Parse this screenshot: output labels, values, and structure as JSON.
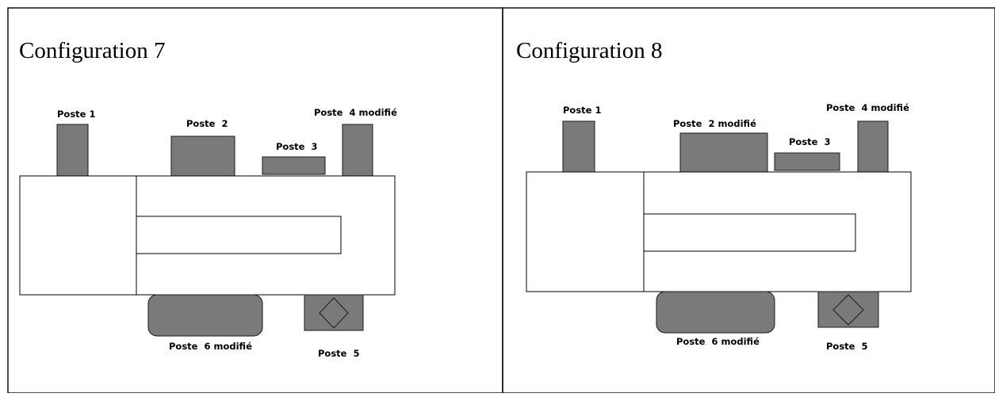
{
  "colors": {
    "station_fill": "#7a7a7a",
    "border": "#000000",
    "background": "#ffffff"
  },
  "panels": [
    {
      "title": "Configuration 7",
      "labels": {
        "poste1": "Poste 1",
        "poste2": "Poste  2",
        "poste3": "Poste  3",
        "poste4": "Poste  4 modifié",
        "poste5": "Poste  5",
        "poste6": "Poste  6 modifié"
      }
    },
    {
      "title": "Configuration 8",
      "labels": {
        "poste1": "Poste 1",
        "poste2": "Poste  2 modifié",
        "poste3": "Poste  3",
        "poste4": "Poste  4 modifié",
        "poste5": "Poste  5",
        "poste6": "Poste  6 modifié"
      }
    }
  ]
}
